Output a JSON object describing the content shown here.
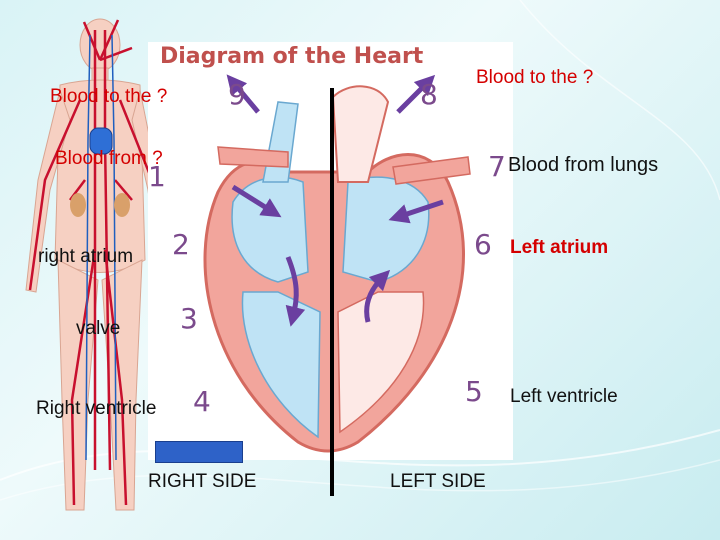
{
  "title": "Diagram of the Heart",
  "numbers": [
    "1",
    "2",
    "3",
    "4",
    "5",
    "6",
    "7",
    "8",
    "9"
  ],
  "labels": {
    "blood_to_left": "Blood to the ?",
    "blood_to_right": "Blood to the ?",
    "blood_from_left": "Blood from ?",
    "blood_from_lungs": "Blood from lungs",
    "right_atrium": "right atrium",
    "left_atrium": "Left atrium",
    "valve": "valve",
    "right_ventricle": "Right ventricle",
    "left_ventricle": "Left ventricle",
    "right_side": "RIGHT SIDE",
    "left_side": "LEFT SIDE"
  },
  "colors": {
    "label_red": "#d40000",
    "title_red": "#c0504d",
    "number_purple": "#7b4a8c",
    "heart_wall": "#e8857c",
    "chamber_blue": "#bfe3f5",
    "arrow_purple": "#6a3fa0",
    "highlight_box": "#2e62c8"
  }
}
